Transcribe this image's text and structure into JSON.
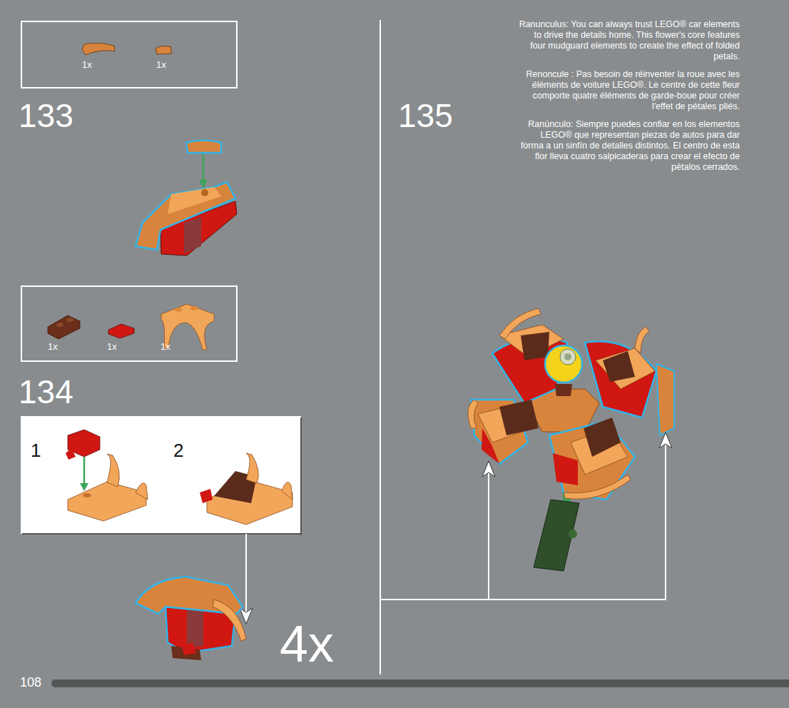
{
  "diagram": {
    "nodes": [
      {
        "text": [
          "1x",
          "1x"
        ]
      },
      {
        "text": [
          "1x",
          "1x",
          "1x"
        ]
      },
      {
        "text": [
          "1",
          "2"
        ]
      }
    ],
    "labels": [
      "133",
      "134",
      "4x",
      "135",
      "Ranunculus: You can always trust LEGO® car elements to drive the details home. This flower's core features four mudguard elements to create the effect of folded petals.",
      "Renoncule : Pas besoin de réinventer la roue avec les éléments de voiture LEGO®. Le centre de cette fleur comporte quatre éléments de garde-boue pour créer l'effet de pétales pliés.",
      "Ranúnculo: Siempre puedes confiar en los elementos LEGO® que representan piezas de autos para dar forma a un sinfín de detalles distintos. El centro de esta flor lleva cuatro salpicaderas para crear el efecto de pétalos cerrados.",
      "108"
    ]
  }
}
